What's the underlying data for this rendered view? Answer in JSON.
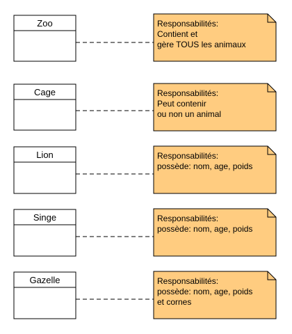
{
  "colors": {
    "note_fill": "#FFCC80",
    "note_stroke": "#000000",
    "class_fill": "#FFFFFF"
  },
  "rows": [
    {
      "class_name": "Zoo",
      "note_lines": [
        "Responsabilités:",
        "Contient et",
        "gère TOUS les animaux"
      ]
    },
    {
      "class_name": "Cage",
      "note_lines": [
        "Responsabilités:",
        "Peut contenir",
        "ou non un animal"
      ]
    },
    {
      "class_name": "Lion",
      "note_lines": [
        "Responsabilités:",
        "possède: nom, age, poids"
      ]
    },
    {
      "class_name": "Singe",
      "note_lines": [
        "Responsabilités:",
        "possède: nom, age, poids"
      ]
    },
    {
      "class_name": "Gazelle",
      "note_lines": [
        "Responsabilités:",
        "possède: nom, age, poids",
        "et cornes"
      ]
    }
  ]
}
